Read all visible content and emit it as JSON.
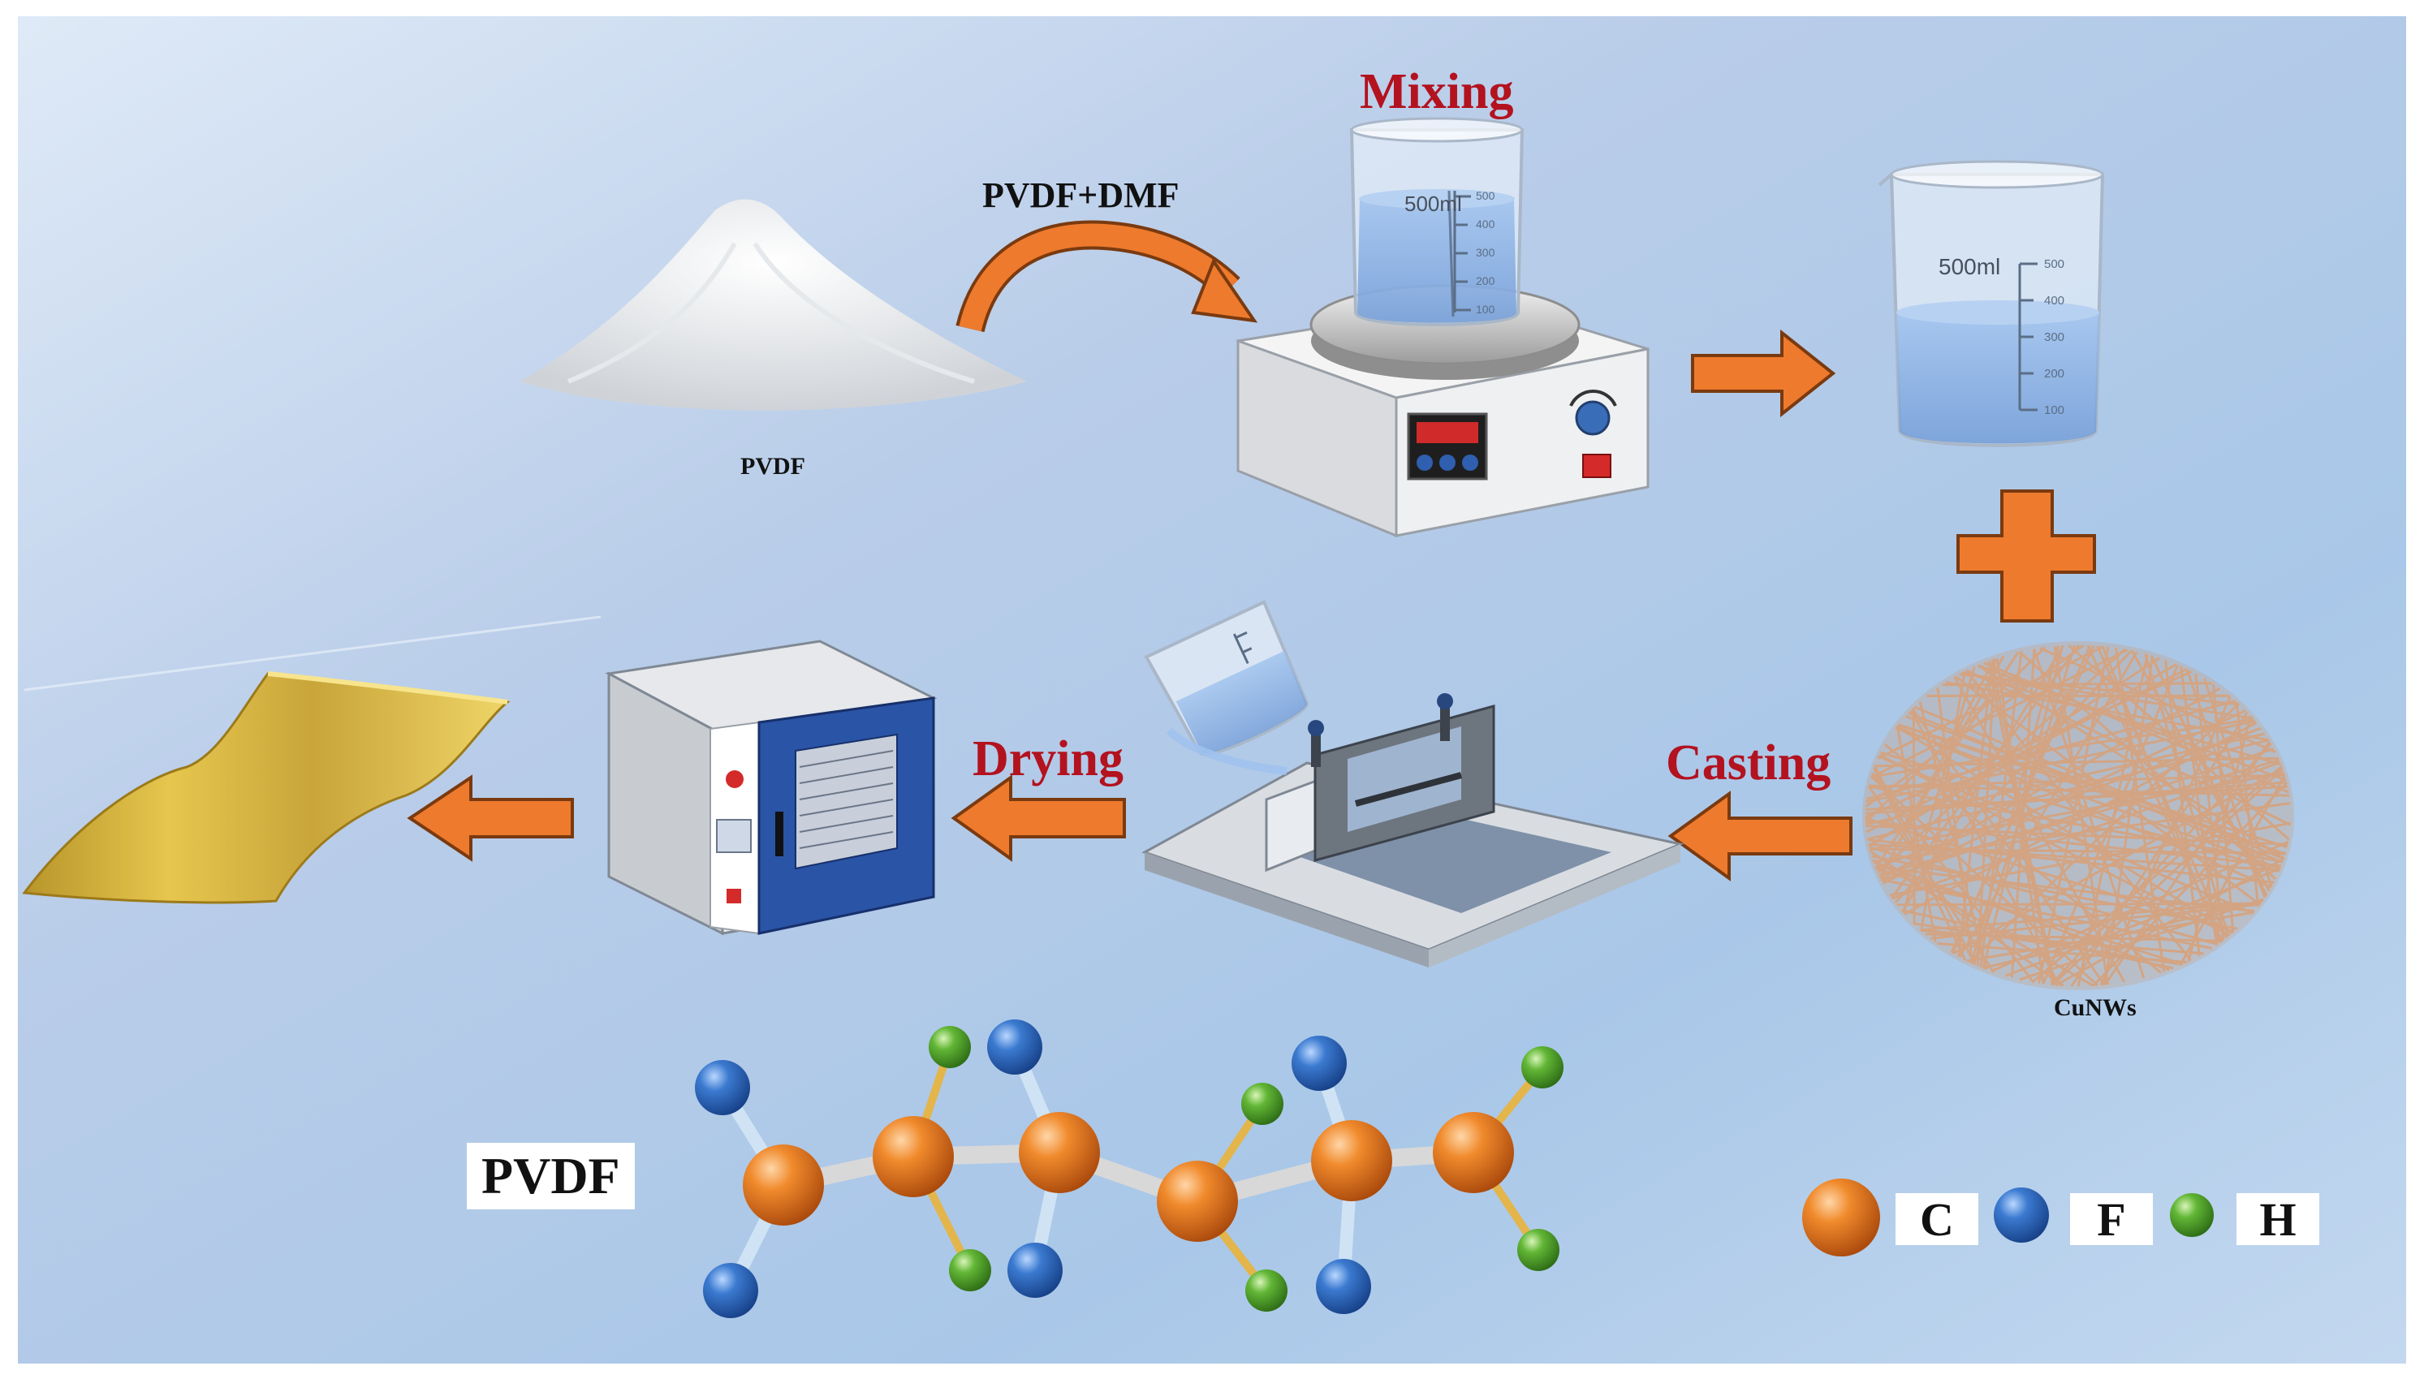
{
  "labels": {
    "pvdf_dmf": "PVDF+DMF",
    "mixing": "Mixing",
    "pvdf_powder": "PVDF",
    "drying": "Drying",
    "casting": "Casting",
    "cunws": "CuNWs",
    "pvdf_molecule": "PVDF"
  },
  "beaker_main": {
    "volume": "500ml",
    "ticks": [
      "500",
      "400",
      "300",
      "200",
      "100"
    ]
  },
  "beaker_right": {
    "volume": "500ml",
    "ticks": [
      "500",
      "400",
      "300",
      "200",
      "100"
    ]
  },
  "legend": [
    {
      "symbol": "C",
      "color": "#e87a22"
    },
    {
      "symbol": "F",
      "color": "#2f6fc4"
    },
    {
      "symbol": "H",
      "color": "#5aab32"
    }
  ],
  "colors": {
    "arrow": "#ee7a2d",
    "label_red": "#b3121f",
    "film": "#d9b43f",
    "oven_door": "#2a54a6",
    "wire": "#d7a27c",
    "background": "#b6cdea"
  }
}
